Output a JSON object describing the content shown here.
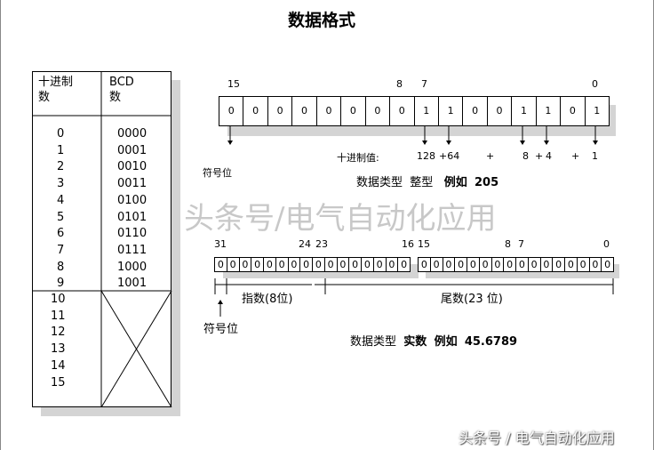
{
  "title": "数据格式",
  "bcd_table": {
    "headers": [
      "十进制\n数",
      "BCD\n数"
    ],
    "header_dec": [
      "十进制",
      "数"
    ],
    "header_bcd": [
      "BCD",
      "数"
    ],
    "decimal": [
      "0",
      "1",
      "2",
      "3",
      "4",
      "5",
      "6",
      "7",
      "8",
      "9"
    ],
    "bcd": [
      "0000",
      "0001",
      "0010",
      "0011",
      "0100",
      "0101",
      "0110",
      "0111",
      "1000",
      "1001"
    ],
    "invalid_decimal": [
      "10",
      "11",
      "12",
      "13",
      "14",
      "15"
    ]
  },
  "integer_example": {
    "bit_labels": {
      "b15": "15",
      "b8": "8",
      "b7": "7",
      "b0": "0"
    },
    "bits": [
      "0",
      "0",
      "0",
      "0",
      "0",
      "0",
      "0",
      "0",
      "1",
      "1",
      "0",
      "0",
      "1",
      "1",
      "0",
      "1"
    ],
    "sign_label": "符号位",
    "decimal_label": "十进制值:",
    "terms": {
      "t128": "128",
      "p64": "+64",
      "plus1": "+",
      "t8": "8",
      "plus2": "+",
      "t4": "4",
      "plus3": "+",
      "t1": "1"
    },
    "type_label": "数据类型",
    "type_value": "整型",
    "example_label": "例如",
    "example_value": "205"
  },
  "real_example": {
    "bit_labels": {
      "b31": "31",
      "b24": "24",
      "b23": "23",
      "b16": "16",
      "b15": "15",
      "b8": "8",
      "b7": "7",
      "b0": "0"
    },
    "bits": [
      "0",
      "0",
      "0",
      "0",
      "0",
      "0",
      "0",
      "0",
      "0",
      "0",
      "0",
      "0",
      "0",
      "0",
      "0",
      "0",
      "0",
      "0",
      "0",
      "0",
      "0",
      "0",
      "0",
      "0",
      "0",
      "0",
      "0",
      "0",
      "0",
      "0",
      "0",
      "0"
    ],
    "exponent_label": "指数(8位)",
    "mantissa_label": "尾数(23 位)",
    "sign_label": "符号位",
    "type_label": "数据类型",
    "type_value": "实数",
    "example_label": "例如",
    "example_value": "45.6789"
  },
  "watermark": "头条号/电气自动化应用",
  "watermark_corner": "头条号 / 电气自动化应用"
}
